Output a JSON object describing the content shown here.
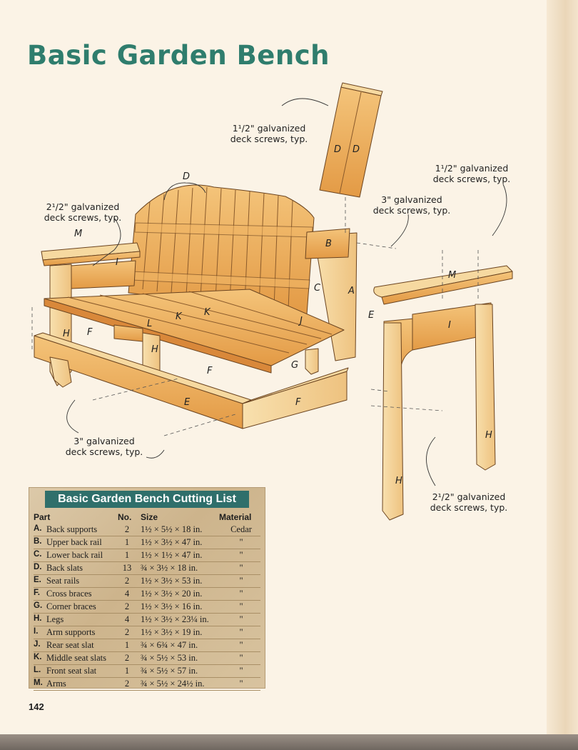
{
  "title": "Basic Garden Bench",
  "callouts": [
    {
      "lines": [
        "1¹/2\" galvanized",
        "deck screws, typ."
      ]
    },
    {
      "lines": [
        "2¹/2\" galvanized",
        "deck screws, typ."
      ]
    },
    {
      "lines": [
        "1¹/2\" galvanized",
        "deck screws, typ."
      ]
    },
    {
      "lines": [
        "3\" galvanized",
        "deck screws, typ."
      ]
    },
    {
      "lines": [
        "3\" galvanized",
        "deck screws, typ."
      ]
    },
    {
      "lines": [
        "2¹/2\" galvanized",
        "deck screws, typ."
      ]
    }
  ],
  "part_labels": [
    "D",
    "D",
    "D",
    "M",
    "I",
    "B",
    "A",
    "C",
    "E",
    "K",
    "K",
    "L",
    "J",
    "H",
    "F",
    "H",
    "F",
    "G",
    "E",
    "F",
    "M",
    "I",
    "H",
    "H"
  ],
  "cutting_list": {
    "title": "Basic Garden Bench Cutting List",
    "headers": {
      "part": "Part",
      "no": "No.",
      "size": "Size",
      "material": "Material"
    },
    "rows": [
      {
        "letter": "A.",
        "part": "Back supports",
        "no": "2",
        "size": "1½ × 5½ × 18 in.",
        "material": "Cedar"
      },
      {
        "letter": "B.",
        "part": "Upper back rail",
        "no": "1",
        "size": "1½ × 3½ × 47 in.",
        "material": "\""
      },
      {
        "letter": "C.",
        "part": "Lower back rail",
        "no": "1",
        "size": "1½ × 1½ × 47 in.",
        "material": "\""
      },
      {
        "letter": "D.",
        "part": "Back slats",
        "no": "13",
        "size": "¾ × 3½ × 18 in.",
        "material": "\""
      },
      {
        "letter": "E.",
        "part": "Seat rails",
        "no": "2",
        "size": "1½ × 3½ × 53 in.",
        "material": "\""
      },
      {
        "letter": "F.",
        "part": "Cross braces",
        "no": "4",
        "size": "1½ × 3½ × 20 in.",
        "material": "\""
      },
      {
        "letter": "G.",
        "part": "Corner braces",
        "no": "2",
        "size": "1½ × 3½ × 16 in.",
        "material": "\""
      },
      {
        "letter": "H.",
        "part": "Legs",
        "no": "4",
        "size": "1½ × 3½ × 23¼ in.",
        "material": "\""
      },
      {
        "letter": "I.",
        "part": "Arm supports",
        "no": "2",
        "size": "1½ × 3½ × 19 in.",
        "material": "\""
      },
      {
        "letter": "J.",
        "part": "Rear seat slat",
        "no": "1",
        "size": "¾ × 6¾ × 47 in.",
        "material": "\""
      },
      {
        "letter": "K.",
        "part": "Middle seat slats",
        "no": "2",
        "size": "¾ × 5½ × 53 in.",
        "material": "\""
      },
      {
        "letter": "L.",
        "part": "Front seat slat",
        "no": "1",
        "size": "¾ × 5½ × 57 in.",
        "material": "\""
      },
      {
        "letter": "M.",
        "part": "Arms",
        "no": "2",
        "size": "¾ × 5½ × 24½ in.",
        "material": "\""
      }
    ]
  },
  "page_number": "142",
  "colors": {
    "title": "#2f7d6d",
    "wood": "#eaa956",
    "wood_light": "#f6d9a0",
    "wood_dark": "#c97d2e",
    "table_header": "#2f6f6b"
  }
}
